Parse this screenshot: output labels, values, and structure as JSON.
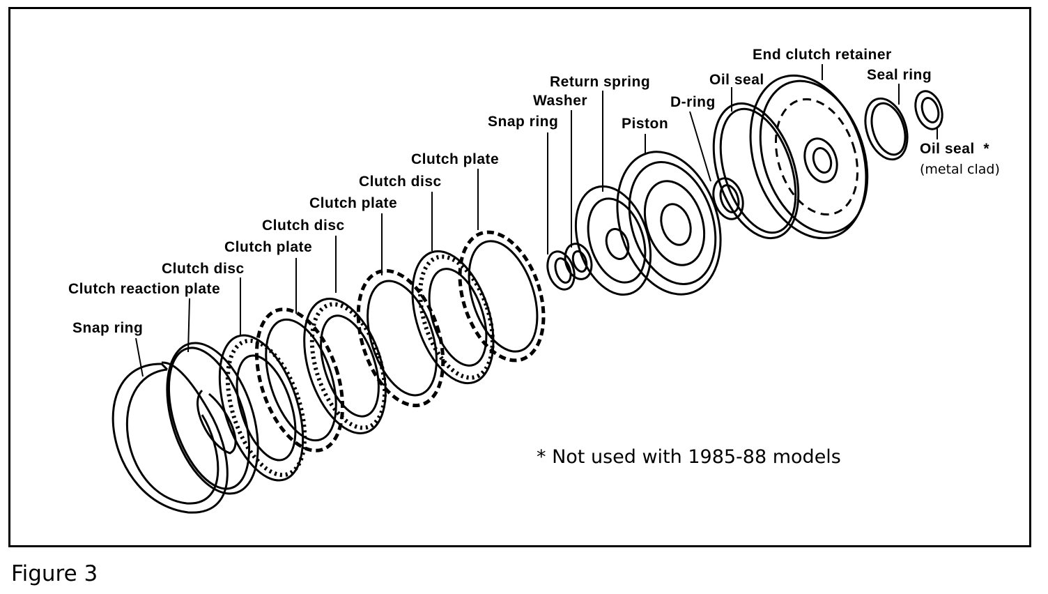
{
  "labels": {
    "snap_ring_left": "Snap ring",
    "clutch_reaction_plate": "Clutch reaction plate",
    "clutch_disc_1": "Clutch disc",
    "clutch_plate_1": "Clutch plate",
    "clutch_disc_2": "Clutch disc",
    "clutch_plate_2": "Clutch plate",
    "clutch_disc_3": "Clutch disc",
    "clutch_plate_3": "Clutch plate",
    "snap_ring_right": "Snap ring",
    "washer": "Washer",
    "return_spring": "Return spring",
    "piston": "Piston",
    "d_ring": "D-ring",
    "oil_seal": "Oil seal",
    "end_clutch_retainer": "End clutch retainer",
    "seal_ring": "Seal ring",
    "oil_seal_metal": "Oil seal  *",
    "metal_clad": "(metal clad)"
  },
  "note": "* Not used with 1985-88 models",
  "caption": "Figure 3"
}
